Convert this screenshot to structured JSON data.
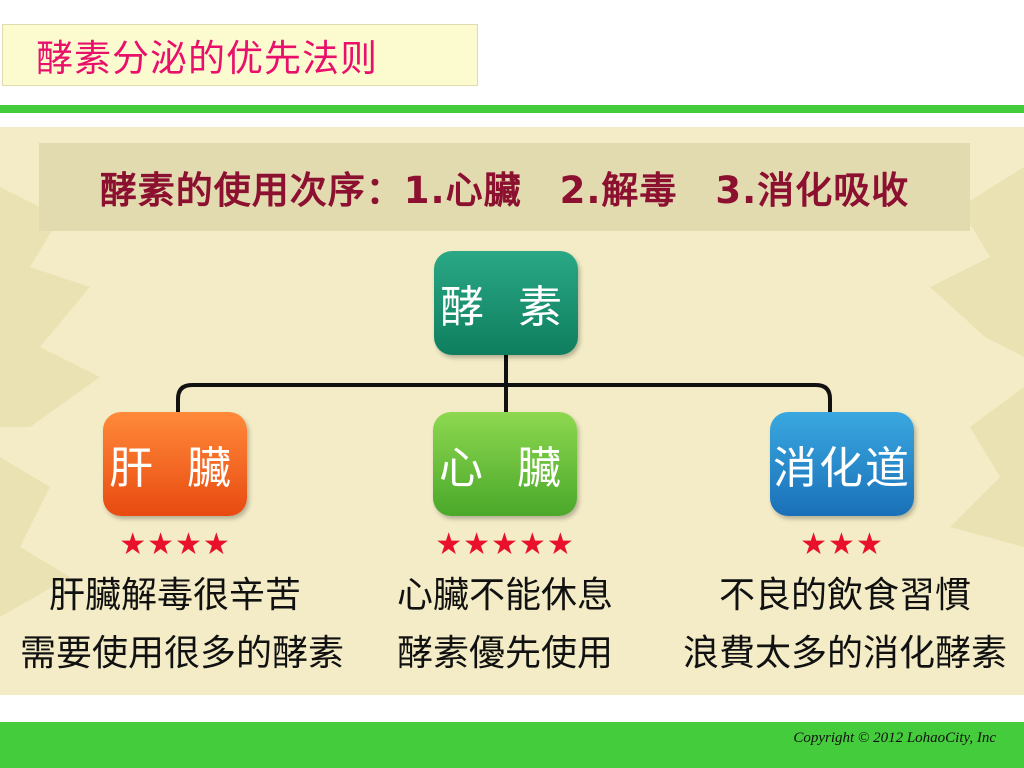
{
  "slide_title": "酵素分泌的优先法则",
  "banner": "酵素的使用次序：1.心臟　2.解毒　3.消化吸收",
  "root": {
    "label": "酵 素"
  },
  "branches": [
    {
      "label": "肝 臟",
      "stars": "★★★★",
      "rating": 4,
      "line1": "肝臟解毒很辛苦",
      "line2": "需要使用很多的酵素",
      "color": "#f06a24"
    },
    {
      "label": "心 臟",
      "stars": "★★★★★",
      "rating": 5,
      "line1": "心臟不能休息",
      "line2": "酵素優先使用",
      "color": "#6cc03c"
    },
    {
      "label": "消化道",
      "stars": "★★★",
      "rating": 3,
      "line1": "不良的飲食習慣",
      "line2": "浪費太多的消化酵素",
      "color": "#2a8ccc"
    }
  ],
  "footer": {
    "copyright": "Copyright © 2012 LohaoCity, Inc"
  },
  "colors": {
    "accent_pink": "#e8106a",
    "banner_text": "#8c1030",
    "green_rule": "#44cc3c",
    "star_red": "#e8102a",
    "root_green": "#168a6a"
  }
}
